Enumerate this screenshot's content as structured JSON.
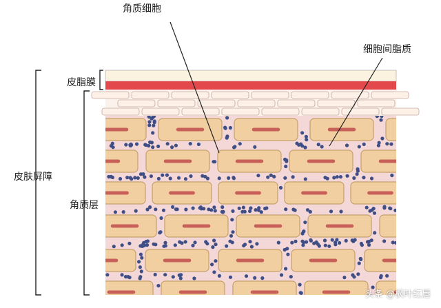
{
  "labels": {
    "corneocyte": "角质细胞",
    "intercellular_lipid": "细胞间脂质",
    "sebum_film": "皮脂膜",
    "skin_barrier": "皮肤屏障",
    "stratum_corneum": "角质层"
  },
  "watermark": "头条 @枫叶红唇",
  "colors": {
    "film_cream": "#fbf3df",
    "red_band": "#e3484d",
    "pink_matrix": "#f4d7d7",
    "cell_fill": "#f2cfa0",
    "cell_border": "#c5a06a",
    "cell_nucleus": "#c8605a",
    "lipid_dot": "#3f4f86",
    "line": "#222222"
  }
}
